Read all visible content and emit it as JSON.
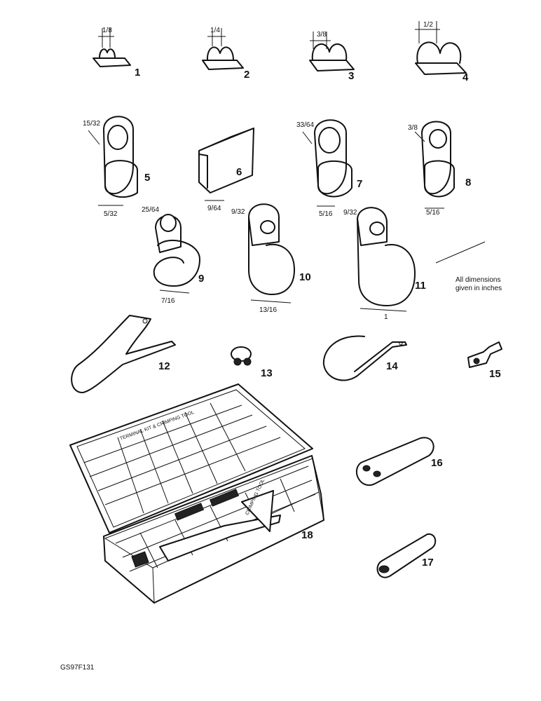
{
  "parts": [
    {
      "number": "1",
      "dimension": "1/8"
    },
    {
      "number": "2",
      "dimension": "1/4"
    },
    {
      "number": "3",
      "dimension": "3/8"
    },
    {
      "number": "4",
      "dimension": "1/2"
    },
    {
      "number": "5",
      "dimensions": [
        "15/32",
        "5/32"
      ]
    },
    {
      "number": "6",
      "dimension": "9/64"
    },
    {
      "number": "7",
      "dimensions": [
        "33/64",
        "5/16"
      ]
    },
    {
      "number": "8",
      "dimensions": [
        "3/8",
        "5/16"
      ]
    },
    {
      "number": "9",
      "dimensions": [
        "25/64",
        "7/16"
      ]
    },
    {
      "number": "10",
      "dimensions": [
        "9/32",
        "13/16"
      ]
    },
    {
      "number": "11",
      "dimensions": [
        "9/32",
        "1"
      ]
    },
    {
      "number": "12"
    },
    {
      "number": "13"
    },
    {
      "number": "14"
    },
    {
      "number": "15"
    },
    {
      "number": "16"
    },
    {
      "number": "17"
    },
    {
      "number": "18"
    }
  ],
  "note": {
    "line1": "All dimensions",
    "line2": "given in inches"
  },
  "kit": {
    "lid_title": "TERMINAL KIT & CRIMPING TOOL",
    "tool_label": "CRIMPING TOOL"
  },
  "reference": "GS97F131"
}
